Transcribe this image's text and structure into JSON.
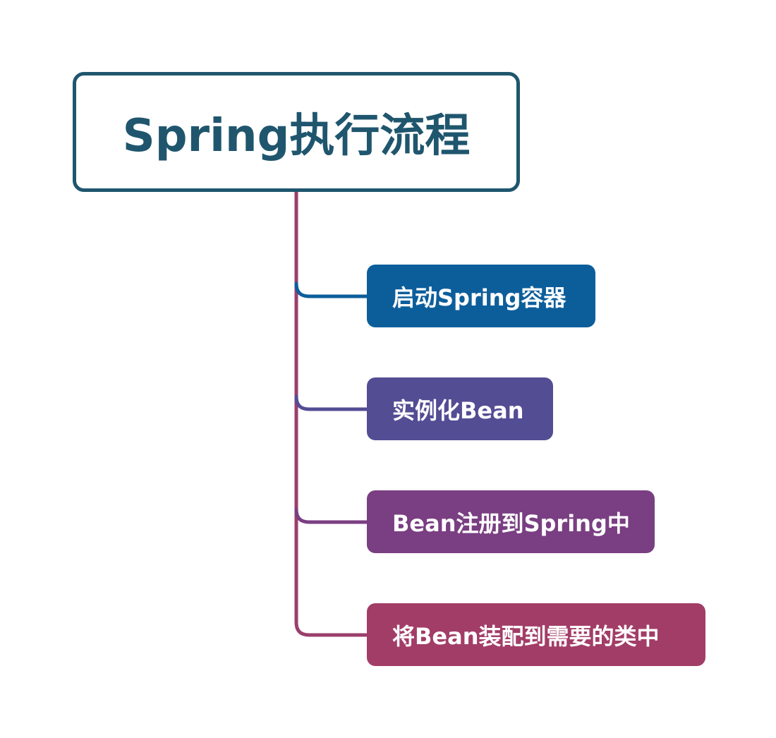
{
  "root": {
    "title": "Spring执行流程",
    "border_color": "#1f566e"
  },
  "steps": [
    {
      "label": "启动Spring容器",
      "color": "#0c5e9b"
    },
    {
      "label": "实例化Bean",
      "color": "#534d94"
    },
    {
      "label": "Bean注册到Spring中",
      "color": "#7a3e82"
    },
    {
      "label": "将Bean装配到需要的类中",
      "color": "#a23d67"
    }
  ],
  "connector_color": "#a23d67"
}
